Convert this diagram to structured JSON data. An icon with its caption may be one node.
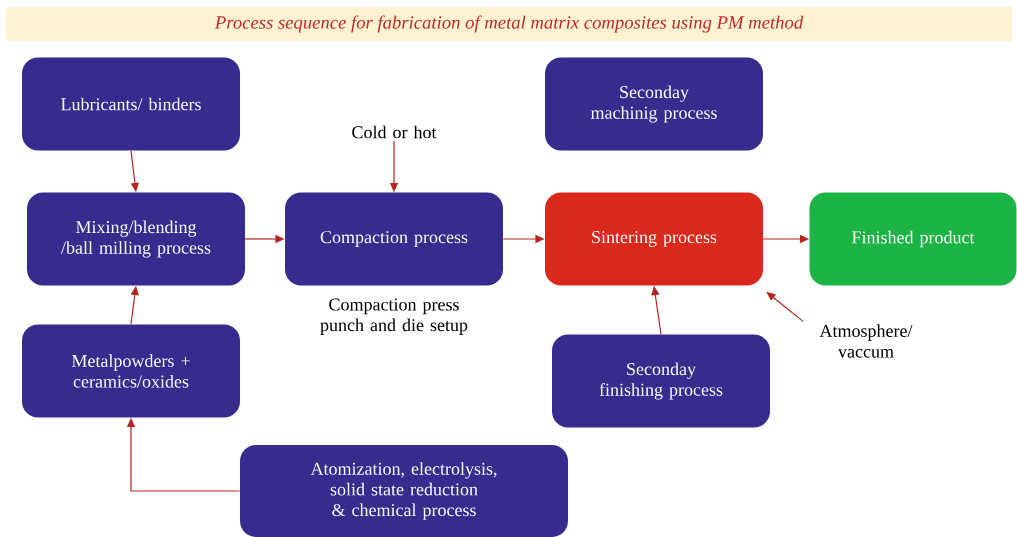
{
  "diagram": {
    "title": "Process sequence for fabrication of metal matrix composites using PM method",
    "nodes": [
      {
        "text": [
          "Lubricants/ binders"
        ]
      },
      {
        "text": [
          "Seconday machinig process"
        ]
      },
      {
        "text": [
          "Cold or hot"
        ]
      },
      {
        "text": [
          "Mixing/blending /ball milling process"
        ]
      },
      {
        "text": [
          "Compaction process"
        ],
        "beside": [
          "Compaction press punch and die setup"
        ]
      },
      {
        "text": [
          "Sintering process"
        ]
      },
      {
        "text": [
          "Finished product"
        ]
      },
      {
        "text": [
          "Metalpowders + ceramics/oxides"
        ]
      },
      {
        "text": [
          "Atmosphere/ vaccum"
        ]
      },
      {
        "text": [
          "Seconday finishing process"
        ]
      },
      {
        "text": [
          "Atomization, electrolysis, solid state reduction & chemical process"
        ]
      }
    ],
    "edges": [
      {
        "from": 0,
        "to": 3,
        "arrow": "to"
      },
      {
        "from": 2,
        "to": 4,
        "arrow": "to"
      },
      {
        "from": 3,
        "to": 4,
        "arrow": "to"
      },
      {
        "from": 4,
        "to": 5,
        "arrow": "to"
      },
      {
        "from": 5,
        "to": 6,
        "arrow": "to"
      },
      {
        "from": 7,
        "to": 3,
        "arrow": "to"
      },
      {
        "from": 8,
        "to": 5,
        "arrow": "to"
      },
      {
        "from": 9,
        "to": 5,
        "arrow": "to"
      },
      {
        "from": 10,
        "to": 7,
        "arrow": "to"
      }
    ]
  }
}
